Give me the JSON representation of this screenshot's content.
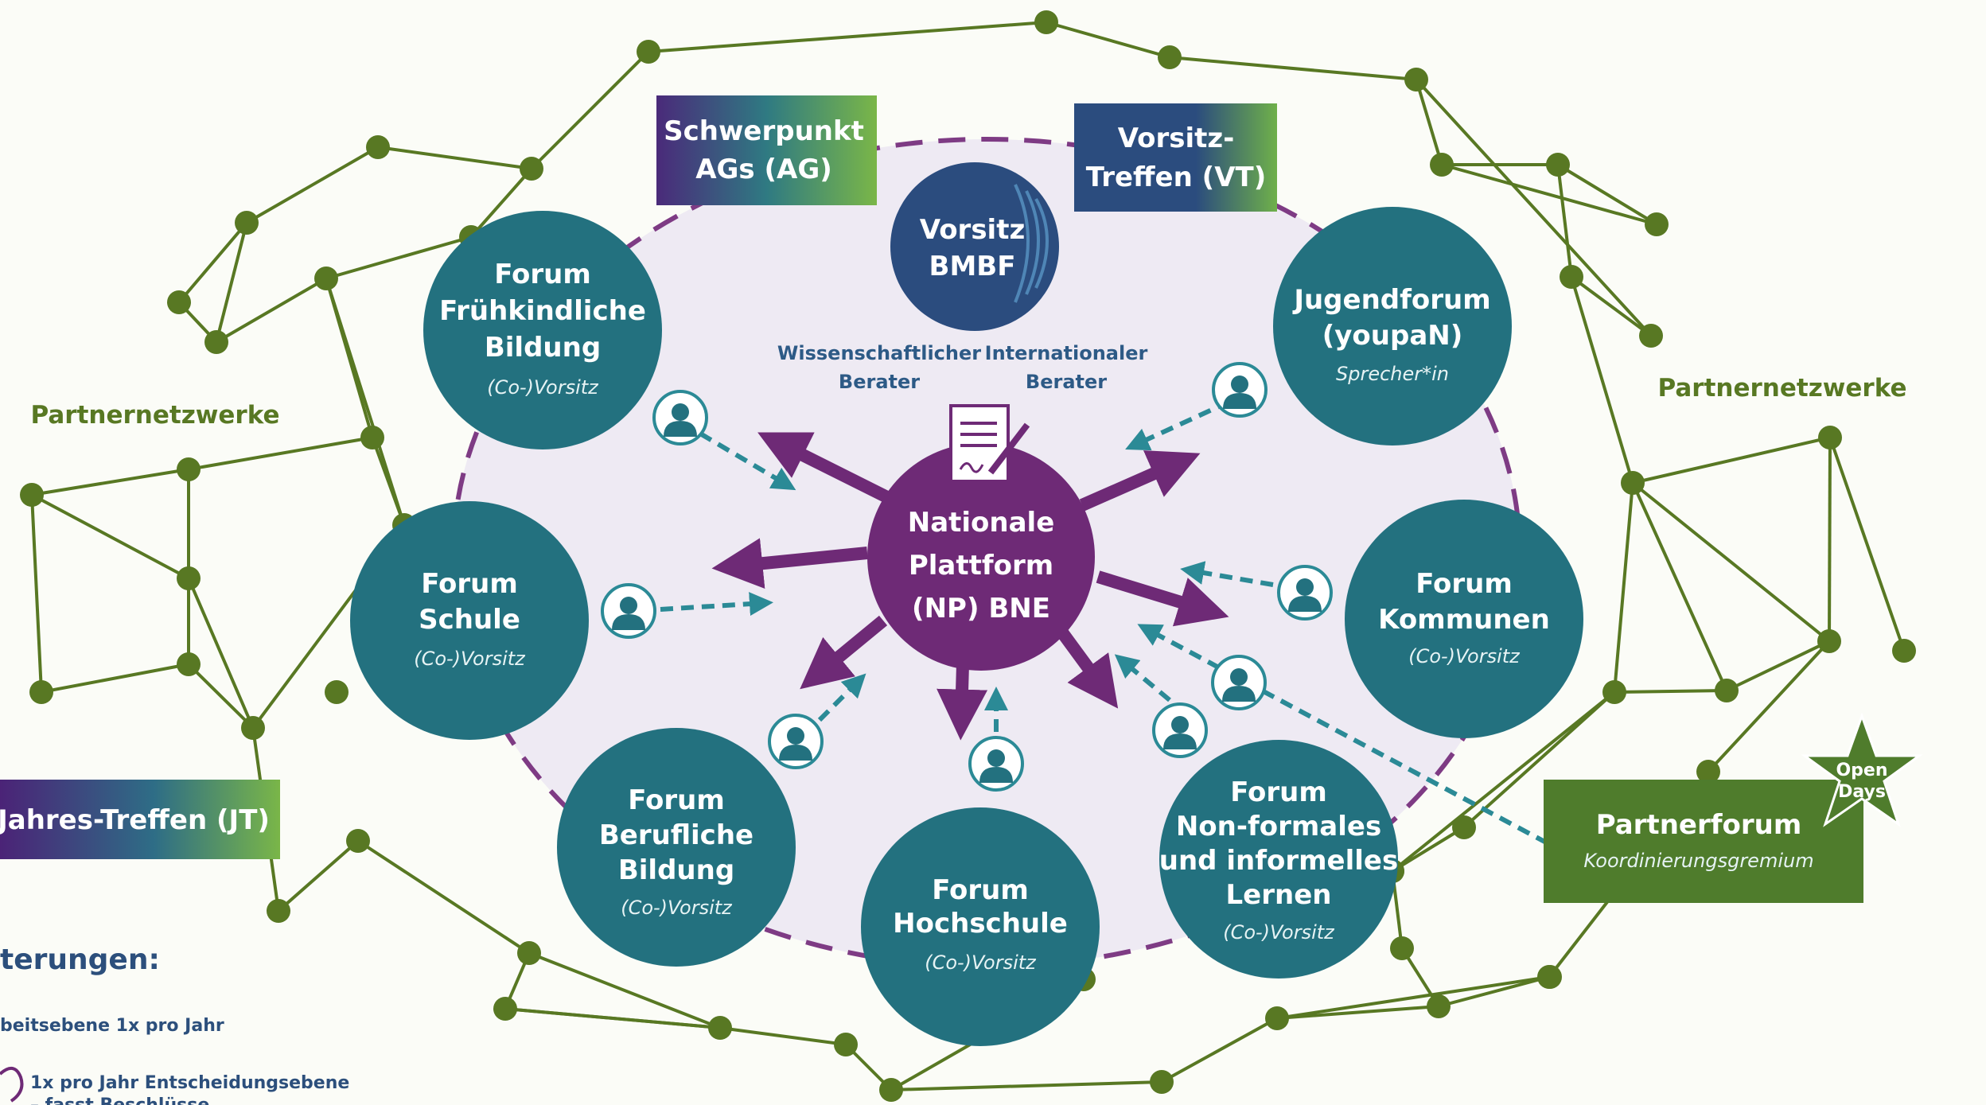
{
  "colors": {
    "teal": "#23717f",
    "purple": "#6e2a76",
    "navy": "#2b4c7e",
    "network_green": "#587823",
    "partner_green": "#4f7c2c",
    "dash_purple": "#7e3b84",
    "dash_teal": "#2b8a96",
    "platform_fill": "#eeeaf3"
  },
  "center": {
    "line1": "Nationale",
    "line2": "Plattform",
    "line3": "(NP) BNE",
    "icon": "document-signature-icon"
  },
  "top_boxes": {
    "ag": {
      "line1": "Schwerpunkt",
      "line2": "AGs (AG)"
    },
    "vt": {
      "line1": "Vorsitz-",
      "line2": "Treffen (VT)"
    }
  },
  "bmbf": {
    "line1": "Vorsitz",
    "line2": "BMBF"
  },
  "advisors": {
    "science": {
      "line1": "Wissenschaftlicher",
      "line2": "Berater"
    },
    "international": {
      "line1": "Internationaler",
      "line2": "Berater"
    }
  },
  "forums": {
    "fruehkindlich": {
      "l1": "Forum",
      "l2": "Frühkindliche",
      "l3": "Bildung",
      "sub": "(Co-)Vorsitz"
    },
    "jugend": {
      "l1": "Jugendforum",
      "l2": "(youpaN)",
      "sub": "Sprecher*in"
    },
    "schule": {
      "l1": "Forum",
      "l2": "Schule",
      "sub": "(Co-)Vorsitz"
    },
    "kommunen": {
      "l1": "Forum",
      "l2": "Kommunen",
      "sub": "(Co-)Vorsitz"
    },
    "beruf": {
      "l1": "Forum",
      "l2": "Berufliche",
      "l3": "Bildung",
      "sub": "(Co-)Vorsitz"
    },
    "hochschule": {
      "l1": "Forum",
      "l2": "Hochschule",
      "sub": "(Co-)Vorsitz"
    },
    "nonformal": {
      "l1": "Forum",
      "l2": "Non-formales",
      "l3": "und informelles",
      "l4": "Lernen",
      "sub": "(Co-)Vorsitz"
    }
  },
  "partner_labels": {
    "left": "Partnernetzwerke",
    "right": "Partnernetzwerke"
  },
  "partnerforum": {
    "title": "Partnerforum",
    "sub": "Koordinierungsgremium"
  },
  "open_days": {
    "line1": "Open",
    "line2": "Days"
  },
  "jahres_treffen": "Jahres-Treffen (JT)",
  "legend": {
    "heading": "terungen:",
    "item1": "beitsebene 1x pro Jahr",
    "item2_line1": "1x pro Jahr Entscheidungsebene",
    "item2_line2": "– fasst Beschlüsse"
  }
}
